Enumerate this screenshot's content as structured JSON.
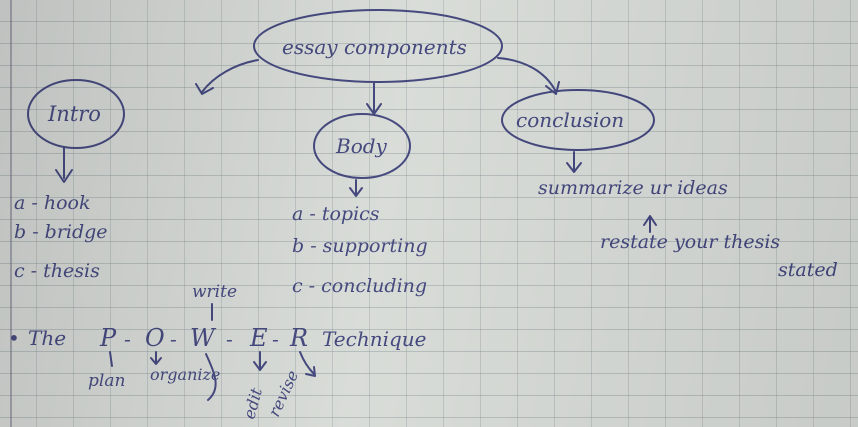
{
  "center": {
    "label": "essay components"
  },
  "intro": {
    "label": "Intro",
    "items": [
      "a - hook",
      "b - bridge",
      "c - thesis"
    ]
  },
  "body": {
    "label": "Body",
    "items": [
      "a - topics",
      "b - supporting",
      "c - concluding"
    ]
  },
  "conclusion": {
    "label": "conclusion",
    "notes": [
      "summarize ur ideas",
      "restate your thesis",
      "stated"
    ]
  },
  "technique": {
    "bullet": "•",
    "prefix": "The",
    "letters": [
      "P",
      "O",
      "W",
      "E",
      "R"
    ],
    "suffix": "Technique",
    "write_note": "write",
    "subs": [
      "plan",
      "organize",
      "edit",
      "revise"
    ]
  },
  "colors": {
    "ink": "#3c4078",
    "paper": "#d7dbd6",
    "grid": "#7887 8c"
  }
}
